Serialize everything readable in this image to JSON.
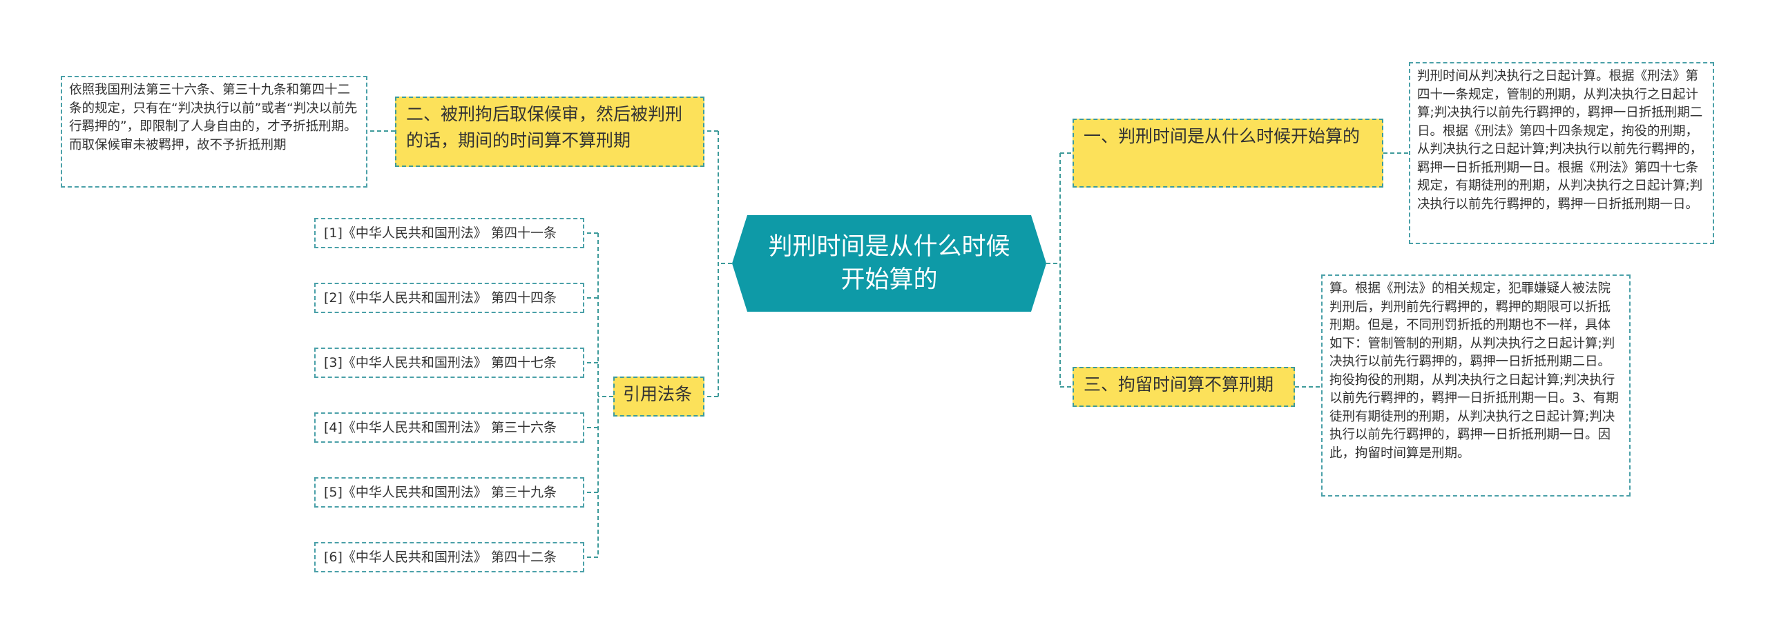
{
  "center": {
    "title": "判刑时间是从什么时候开始算的"
  },
  "left_branches": {
    "q2": {
      "label": "二、被刑拘后取保候审，然后被判刑的话，期间的时间算不算刑期",
      "note": "依照我国刑法第三十六条、第三十九条和第四十二条的规定，只有在“判决执行以前”或者“判决以前先行羁押的”，即限制了人身自由的，才予折抵刑期。而取保候审未被羁押，故不予折抵刑期"
    },
    "refs": {
      "label": "引用法条",
      "items": [
        "[1]《中华人民共和国刑法》 第四十一条",
        "[2]《中华人民共和国刑法》 第四十四条",
        "[3]《中华人民共和国刑法》 第四十七条",
        "[4]《中华人民共和国刑法》 第三十六条",
        "[5]《中华人民共和国刑法》 第三十九条",
        "[6]《中华人民共和国刑法》 第四十二条"
      ]
    }
  },
  "right_branches": {
    "q1": {
      "label": "一、判刑时间是从什么时候开始算的",
      "note": "判刑时间从判决执行之日起计算。根据《刑法》第四十一条规定，管制的刑期，从判决执行之日起计算;判决执行以前先行羁押的，羁押一日折抵刑期二日。根据《刑法》第四十四条规定，拘役的刑期，从判决执行之日起计算;判决执行以前先行羁押的，羁押一日折抵刑期一日。根据《刑法》第四十七条规定，有期徒刑的刑期，从判决执行之日起计算;判决执行以前先行羁押的，羁押一日折抵刑期一日。"
    },
    "q3": {
      "label": "三、拘留时间算不算刑期",
      "note": "算。根据《刑法》的相关规定，犯罪嫌疑人被法院判刑后，判刑前先行羁押的，羁押的期限可以折抵刑期。但是，不同刑罚折抵的刑期也不一样，具体如下：管制管制的刑期，从判决执行之日起计算;判决执行以前先行羁押的，羁押一日折抵刑期二日。拘役拘役的刑期，从判决执行之日起计算;判决执行以前先行羁押的，羁押一日折抵刑期一日。3、有期徒刑有期徒刑的刑期，从判决执行之日起计算;判决执行以前先行羁押的，羁押一日折抵刑期一日。因此，拘留时间算是刑期。"
    }
  },
  "colors": {
    "center_fill": "#0e9aa7",
    "branch_fill": "#fce15a",
    "connector": "#3d9a9a"
  }
}
